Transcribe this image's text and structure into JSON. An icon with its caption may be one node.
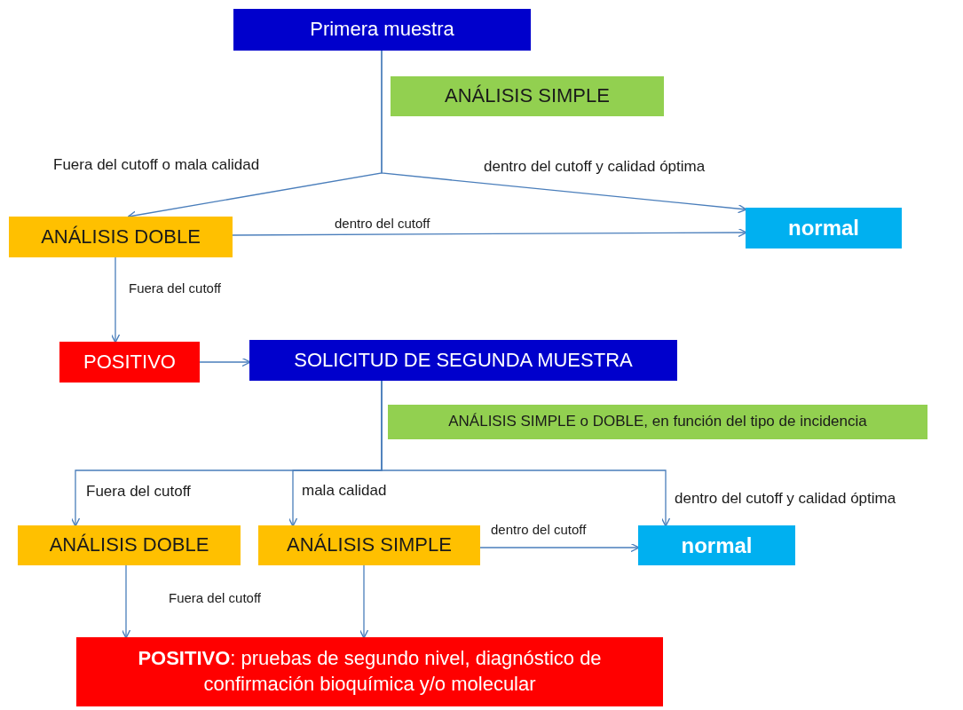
{
  "diagram": {
    "nodes": [
      {
        "text": [
          "Primera muestra"
        ]
      },
      {
        "text": [
          "ANÁLISIS SIMPLE"
        ]
      },
      {
        "text": [
          "ANÁLISIS DOBLE"
        ]
      },
      {
        "text": [
          "normal"
        ]
      },
      {
        "text": [
          "POSITIVO"
        ]
      },
      {
        "text": [
          "SOLICITUD DE SEGUNDA MUESTRA"
        ]
      },
      {
        "text": [
          "ANÁLISIS SIMPLE o DOBLE, en función del tipo de incidencia"
        ]
      },
      {
        "text": [
          "ANÁLISIS DOBLE"
        ]
      },
      {
        "text": [
          "ANÁLISIS SIMPLE"
        ]
      },
      {
        "text": [
          "normal"
        ]
      },
      {
        "text": [
          "**POSITIVO**: pruebas de segundo nivel, diagnóstico de confirmación bioquímica y/o molecular"
        ]
      }
    ],
    "edges": [
      {
        "from": 0,
        "to": 2,
        "arrow": "to",
        "label": "Fuera del cutoff o mala calidad"
      },
      {
        "from": 0,
        "to": 3,
        "arrow": "to",
        "label": "dentro del cutoff y calidad óptima"
      },
      {
        "from": 2,
        "to": 3,
        "arrow": "to",
        "label": "dentro del cutoff"
      },
      {
        "from": 2,
        "to": 4,
        "arrow": "to",
        "label": "Fuera del cutoff"
      },
      {
        "from": 4,
        "to": 5,
        "arrow": "to"
      },
      {
        "from": 5,
        "to": 7,
        "arrow": "to",
        "label": "Fuera del cutoff"
      },
      {
        "from": 5,
        "to": 8,
        "arrow": "to",
        "label": "mala calidad"
      },
      {
        "from": 5,
        "to": 9,
        "arrow": "to",
        "label": "dentro del cutoff y calidad óptima"
      },
      {
        "from": 8,
        "to": 9,
        "arrow": "to",
        "label": "dentro del cutoff"
      },
      {
        "from": 7,
        "to": 10,
        "arrow": "to",
        "label": "Fuera del cutoff"
      },
      {
        "from": 8,
        "to": 10,
        "arrow": "to"
      }
    ]
  }
}
